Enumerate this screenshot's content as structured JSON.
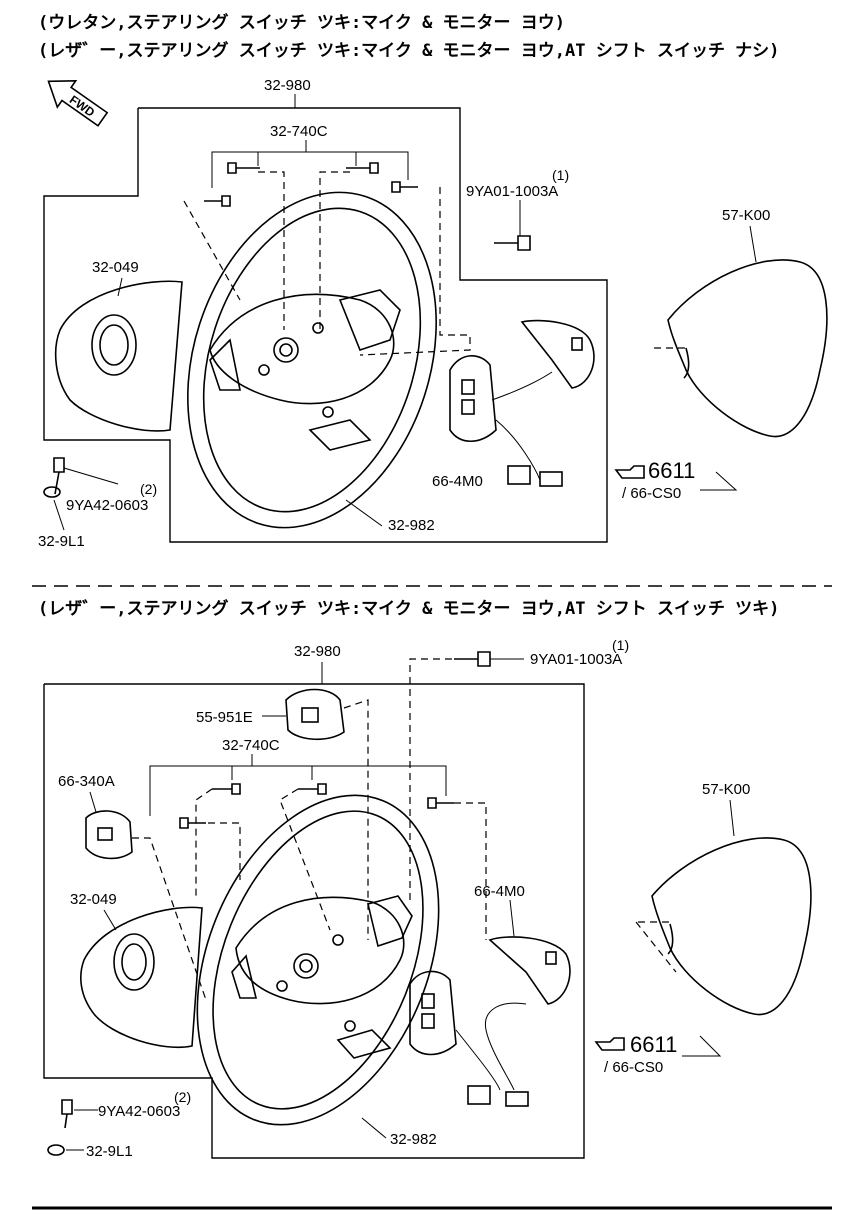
{
  "section1": {
    "header_line1": "(ウレタン,ステアリング スイッチ ツキ:マイク & モニター ヨウ)",
    "header_line2": "(レザ゛ー,ステアリング スイッチ ツキ:マイク & モニター ヨウ,AT シフト スイッチ ナシ)",
    "fwd": "FWD",
    "labels": {
      "steering_wheel": "32-980",
      "screw": "32-740C",
      "bolt_qty": "(1)",
      "bolt": "9YA01-1003A",
      "airbag": "57-K00",
      "cover": "32-049",
      "switch": "66-4M0",
      "ref_page": "6611",
      "ref_sub": "/ 66-CS0",
      "bolt2_qty": "(2)",
      "bolt2": "9YA42-0603",
      "nut": "32-9L1",
      "lower_cover": "32-982"
    }
  },
  "section2": {
    "header": "(レザ゛ー,ステアリング スイッチ ツキ:マイク & モニター ヨウ,AT シフト スイッチ ツキ)",
    "labels": {
      "steering_wheel": "32-980",
      "bolt_qty": "(1)",
      "bolt": "9YA01-1003A",
      "shift_switch": "55-951E",
      "screw": "32-740C",
      "bracket": "66-340A",
      "cover": "32-049",
      "switch": "66-4M0",
      "airbag": "57-K00",
      "ref_page": "6611",
      "ref_sub": "/ 66-CS0",
      "bolt2_qty": "(2)",
      "bolt2": "9YA42-0603",
      "nut": "32-9L1",
      "lower_cover": "32-982"
    }
  },
  "icons": [
    "fwd-arrow-icon",
    "pointing-hand-icon"
  ]
}
